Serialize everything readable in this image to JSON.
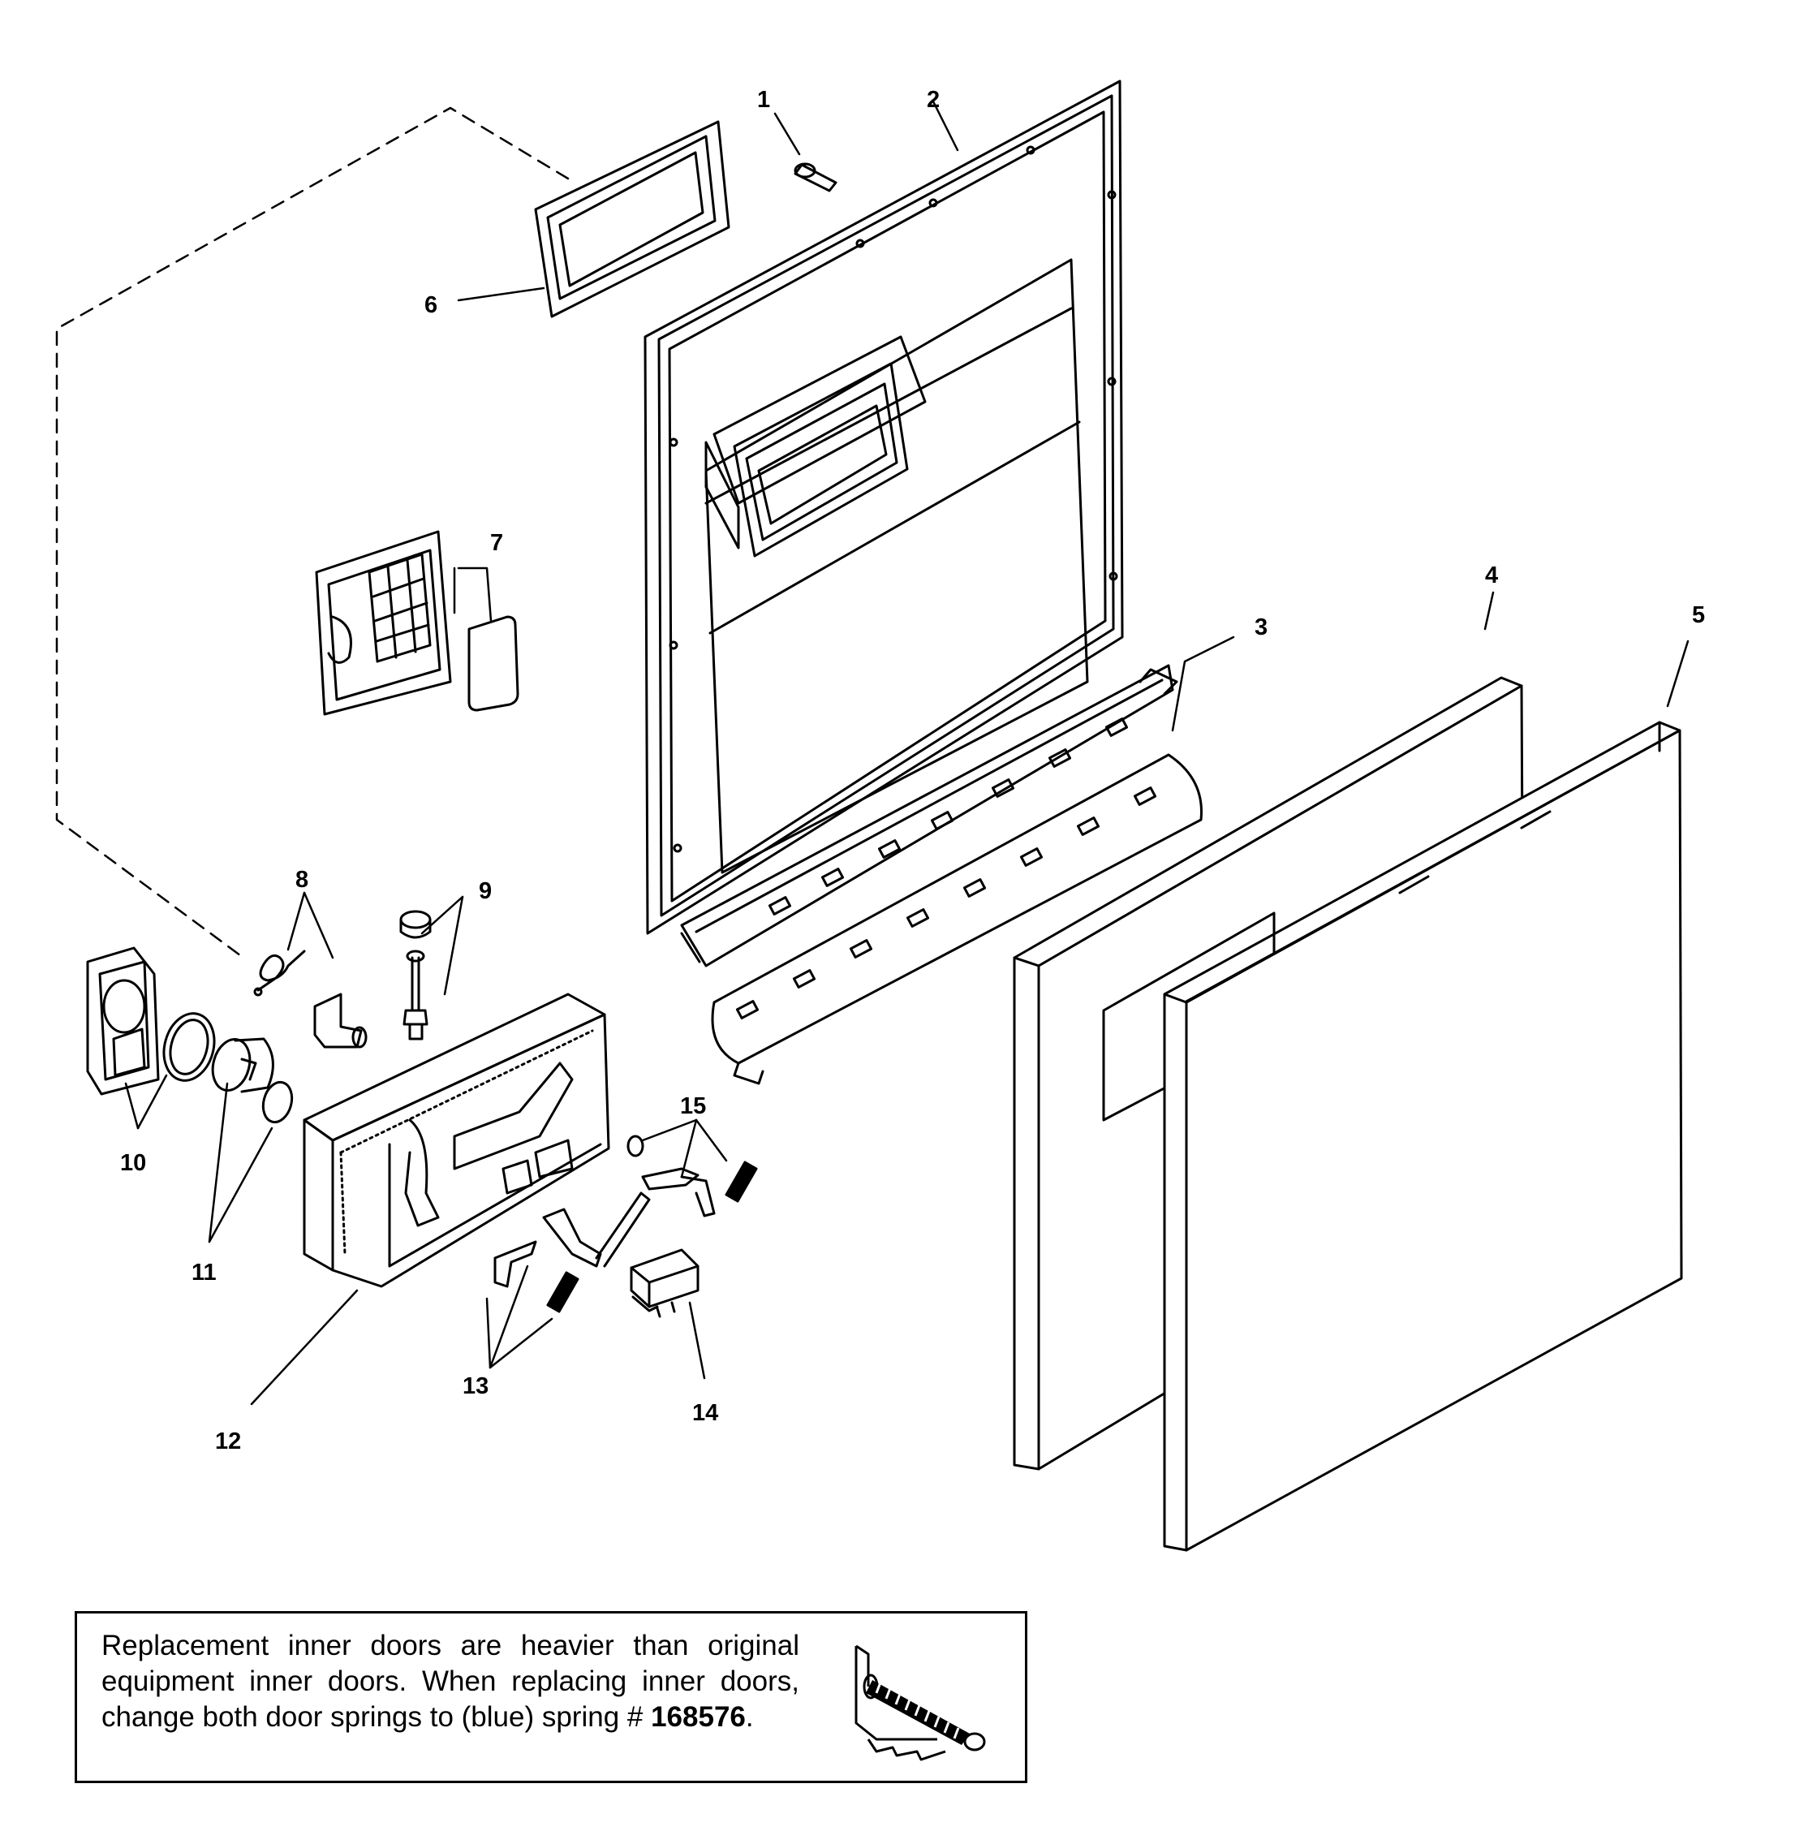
{
  "callouts": [
    "1",
    "2",
    "3",
    "4",
    "5",
    "6",
    "7",
    "8",
    "9",
    "10",
    "11",
    "12",
    "13",
    "14",
    "15"
  ],
  "note": {
    "text": "Replacement inner doors are heavier than original equipment inner doors. When replacing inner doors, change both door springs to (blue) spring # ",
    "part_number": "168576",
    "end": "."
  }
}
